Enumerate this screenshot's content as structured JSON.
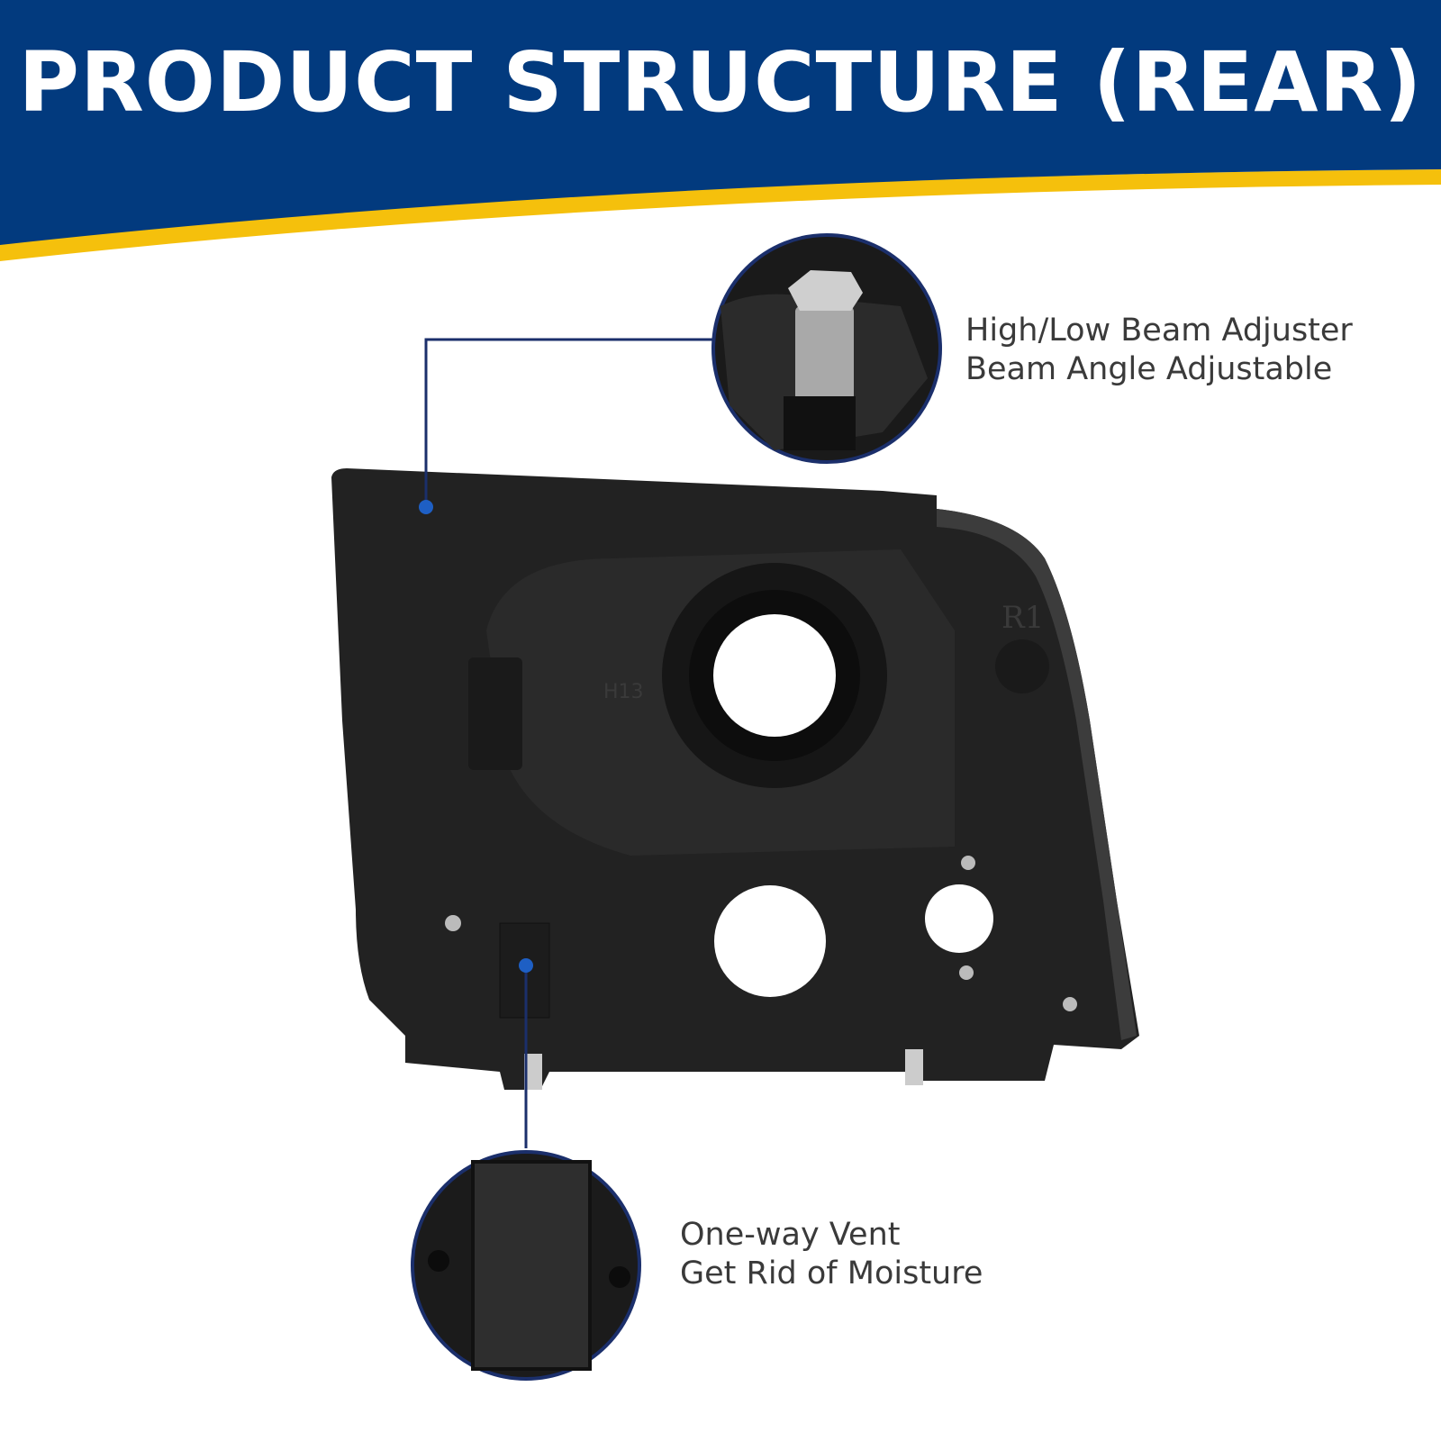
{
  "header": {
    "title": "PRODUCT STRUCTURE (REAR)",
    "background_color": "#023a7e",
    "accent_color": "#f5c00c"
  },
  "callouts": [
    {
      "icon": "beam-adjuster-bolt-closeup",
      "line1": "High/Low Beam Adjuster",
      "line2": "Beam Angle Adjustable"
    },
    {
      "icon": "one-way-vent-closeup",
      "line1": "One-way Vent",
      "line2": "Get Rid of Moisture"
    }
  ],
  "product": {
    "icon": "headlight-rear-view",
    "embossed_marks": [
      "H13",
      "R1"
    ]
  }
}
